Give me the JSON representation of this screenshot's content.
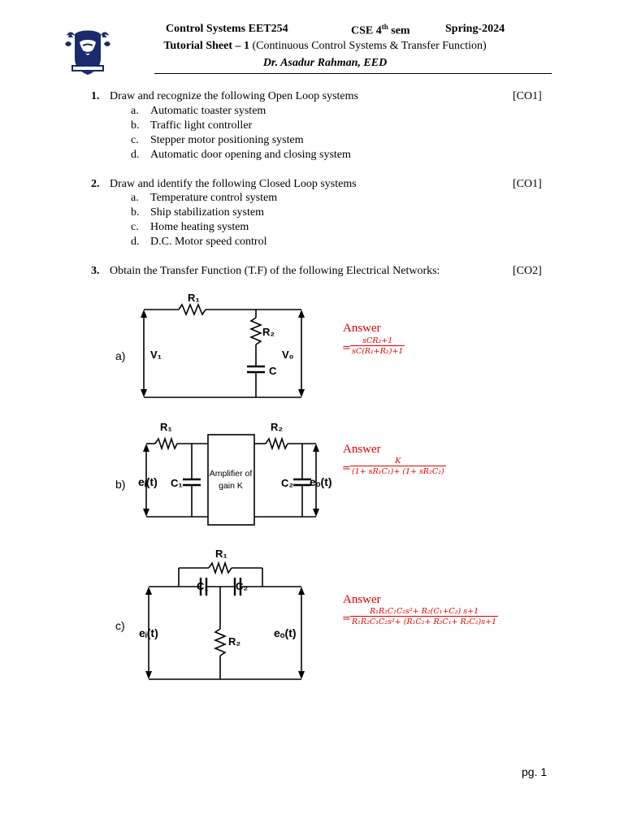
{
  "header": {
    "course": "Control Systems EET254",
    "semester": "CSE 4",
    "semester_sup": "th",
    "semester_suffix": " sem",
    "term": "Spring-2024",
    "sheet_title": "Tutorial Sheet – 1",
    "sheet_subtitle": " (Continuous Control Systems & Transfer Function)",
    "instructor": "Dr. Asadur Rahman, EED"
  },
  "questions": [
    {
      "number": "1.",
      "text": "Draw and recognize the following Open Loop systems",
      "co": "[CO1]",
      "items": [
        {
          "letter": "a.",
          "text": "Automatic toaster system"
        },
        {
          "letter": "b.",
          "text": "Traffic light controller"
        },
        {
          "letter": "c.",
          "text": "Stepper motor positioning system"
        },
        {
          "letter": "d.",
          "text": "Automatic door opening and closing system"
        }
      ]
    },
    {
      "number": "2.",
      "text": "Draw and identify the following Closed Loop systems",
      "co": "[CO1]",
      "items": [
        {
          "letter": "a.",
          "text": "Temperature control system"
        },
        {
          "letter": "b.",
          "text": "Ship stabilization system"
        },
        {
          "letter": "c.",
          "text": "Home heating system"
        },
        {
          "letter": "d.",
          "text": "D.C. Motor speed control"
        }
      ]
    },
    {
      "number": "3.",
      "text": "Obtain the Transfer Function (T.F) of the following Electrical Networks:",
      "co": "[CO2]"
    }
  ],
  "circuits": [
    {
      "label": "a)",
      "components": {
        "r1": "R₁",
        "r2": "R₂",
        "c": "C",
        "vin": "V₁",
        "vout": "V₀"
      },
      "answer_label": "Answer",
      "equals": "=",
      "numerator": "sCR₂+1",
      "denominator": "sC(R₁+R₂)+1"
    },
    {
      "label": "b)",
      "components": {
        "r1": "R₁",
        "r2": "R₂",
        "c1": "C₁",
        "c2": "C₂",
        "ein": "eᵢ(t)",
        "eout": "eₒ(t)",
        "amp_line1": "Amplifier of",
        "amp_line2": "gain K"
      },
      "answer_label": "Answer",
      "equals": "=",
      "numerator": "K",
      "denominator": "(1+ sR₁C₁)+ (1+ sR₂C₂)"
    },
    {
      "label": "c)",
      "components": {
        "r1": "R₁",
        "r2": "R₂",
        "c1": "C₁",
        "c2": "C₂",
        "ein": "eᵢ(t)",
        "eout": "eₒ(t)"
      },
      "answer_label": "Answer",
      "equals": "=",
      "numerator": "R₁R₂C₁C₂s²+ R₂(C₁+C₂) s+1",
      "denominator": "R₁R₂C₁C₂s²+ (R₁C₂+ R₂C₁+ R₂C₂)s+1"
    }
  ],
  "footer": {
    "page": "pg. 1"
  }
}
